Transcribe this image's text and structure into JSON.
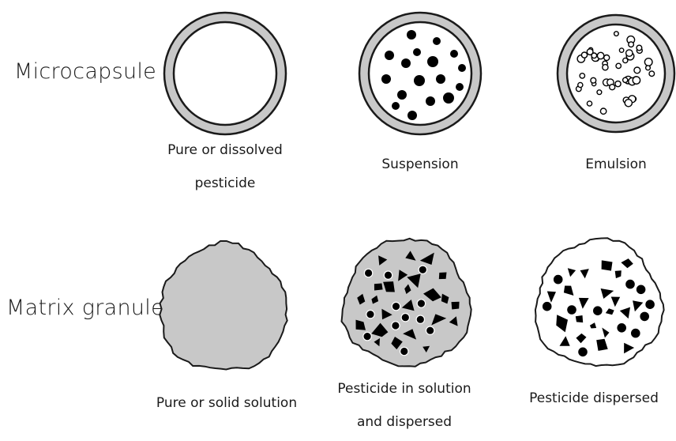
{
  "rows": {
    "microcapsule": "Microcapsule",
    "matrix_granule": "Matrix granule"
  },
  "captions": {
    "pure_dissolved": [
      "Pure or dissolved",
      "pesticide"
    ],
    "suspension": "Suspension",
    "emulsion": "Emulsion",
    "pure_solid": "Pure or solid solution",
    "solution_dispersed": [
      "Pesticide in solution",
      "and dispersed"
    ],
    "dispersed": "Pesticide dispersed"
  },
  "colors": {
    "shell": "#c8c8c8",
    "matrix_gray": "#c8c8c8",
    "outline": "#1a1a1a",
    "particle": "#000000"
  }
}
